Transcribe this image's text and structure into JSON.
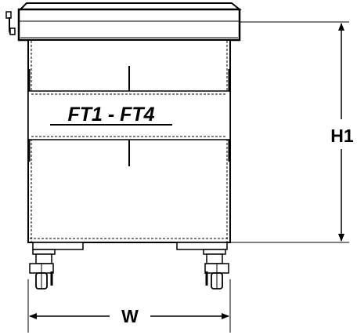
{
  "diagram": {
    "model_label": "FT1 - FT4",
    "height_label": "H1",
    "width_label": "W"
  },
  "colors": {
    "line": "#000000",
    "background": "#ffffff"
  }
}
